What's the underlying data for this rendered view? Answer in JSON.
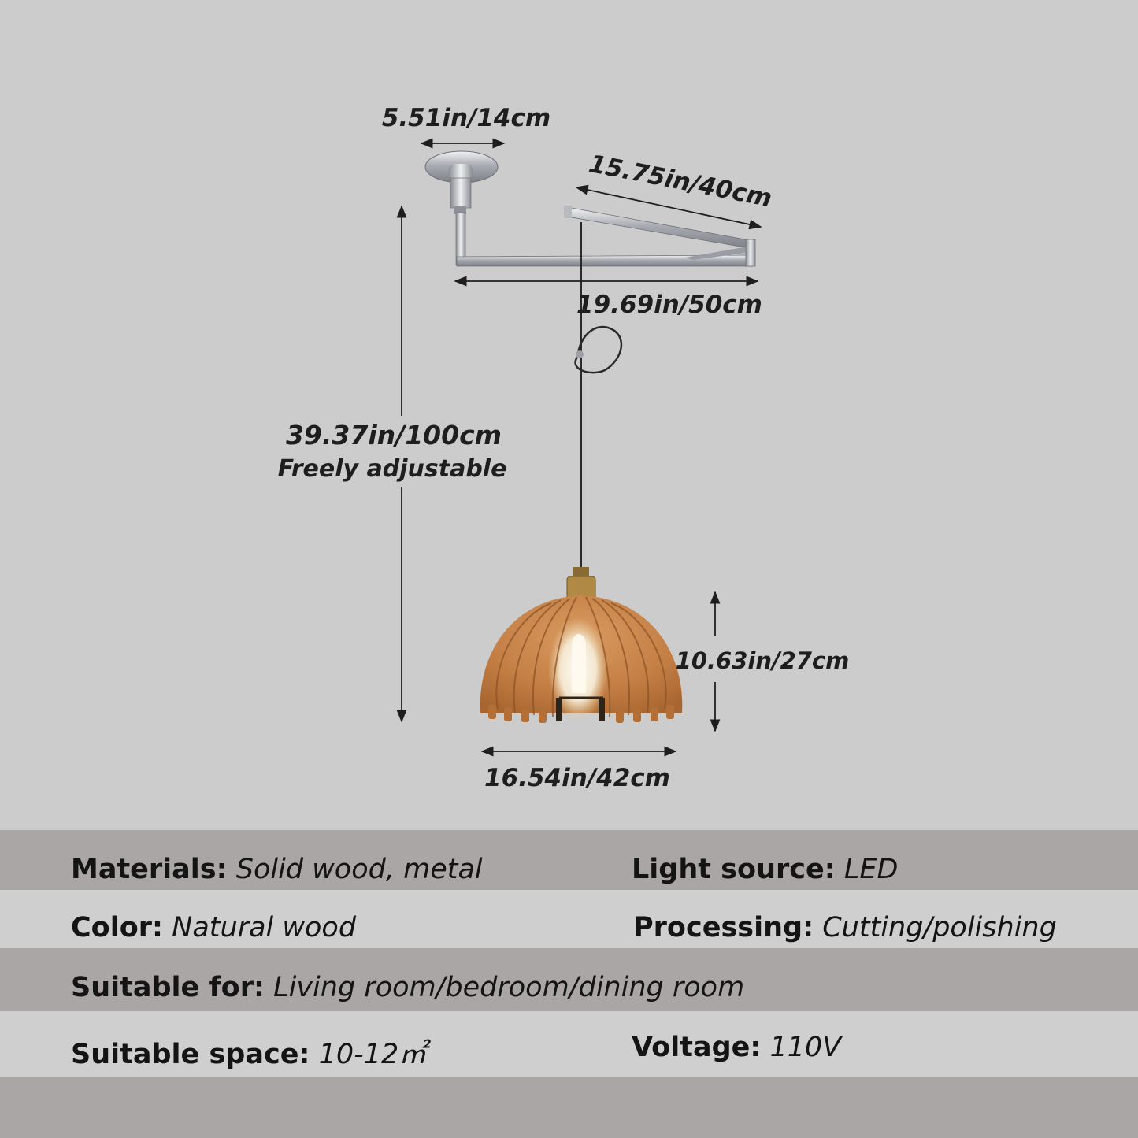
{
  "dimensions": {
    "base_width": "5.51in/14cm",
    "arm_length": "15.75in/40cm",
    "arm_span": "19.69in/50cm",
    "cord_length": "39.37in/100cm",
    "cord_note": "Freely adjustable",
    "shade_height": "10.63in/27cm",
    "shade_width": "16.54in/42cm"
  },
  "specs": {
    "materials": {
      "key": "Materials:",
      "value": "Solid wood, metal"
    },
    "light_source": {
      "key": "Light source:",
      "value": "LED"
    },
    "color": {
      "key": "Color:",
      "value": "Natural wood"
    },
    "processing": {
      "key": "Processing:",
      "value": "Cutting/polishing"
    },
    "suitable_for": {
      "key": "Suitable for:",
      "value": "Living room/bedroom/dining room"
    },
    "suitable_space": {
      "key": "Suitable space:",
      "value": "10-12㎡"
    },
    "voltage": {
      "key": "Voltage:",
      "value": "110V"
    }
  },
  "colors": {
    "background": "#cccccc",
    "band_dark": "#aaa6a5",
    "band_light": "#cfcfcf",
    "wood": "#c8844a",
    "metal": "#c6c8cc"
  }
}
